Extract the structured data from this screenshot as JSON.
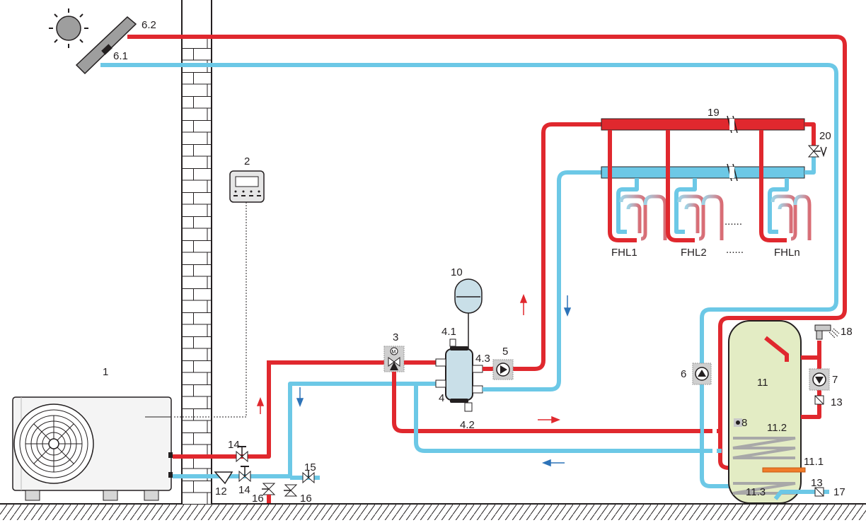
{
  "labels": {
    "heat_pump": "1",
    "controller": "2",
    "three_way_valve": "3",
    "buffer_tank": "4",
    "buffer_top_port": "4.1",
    "buffer_bottom_port": "4.2",
    "buffer_outlet": "4.3",
    "pump_5": "5",
    "pump_6": "6",
    "solar_collector": "6.1",
    "solar_line": "6.2",
    "pump_7": "7",
    "sensor_8": "8",
    "expansion_vessel": "10",
    "dhw_tank": "11",
    "coil_upper": "11.2",
    "heater": "11.1",
    "coil_lower": "11.3",
    "filter": "12",
    "check_valve_a": "13",
    "check_valve_b": "13",
    "ball_valve_a": "14",
    "ball_valve_b": "14",
    "drain_valve_15": "15",
    "drain_valve_16a": "16",
    "drain_valve_16b": "16",
    "cold_inlet": "17",
    "shower": "18",
    "manifold": "19",
    "bypass_valve": "20",
    "fhl1": "FHL1",
    "fhl2": "FHL2",
    "fhln": "FHLn",
    "dots_upper": "......",
    "dots_lower": "......"
  },
  "colors": {
    "hot": "#e0282e",
    "cold": "#6cc8e6",
    "tank_fill": "#e3ecc4",
    "component_gray": "#b9b9b9"
  }
}
